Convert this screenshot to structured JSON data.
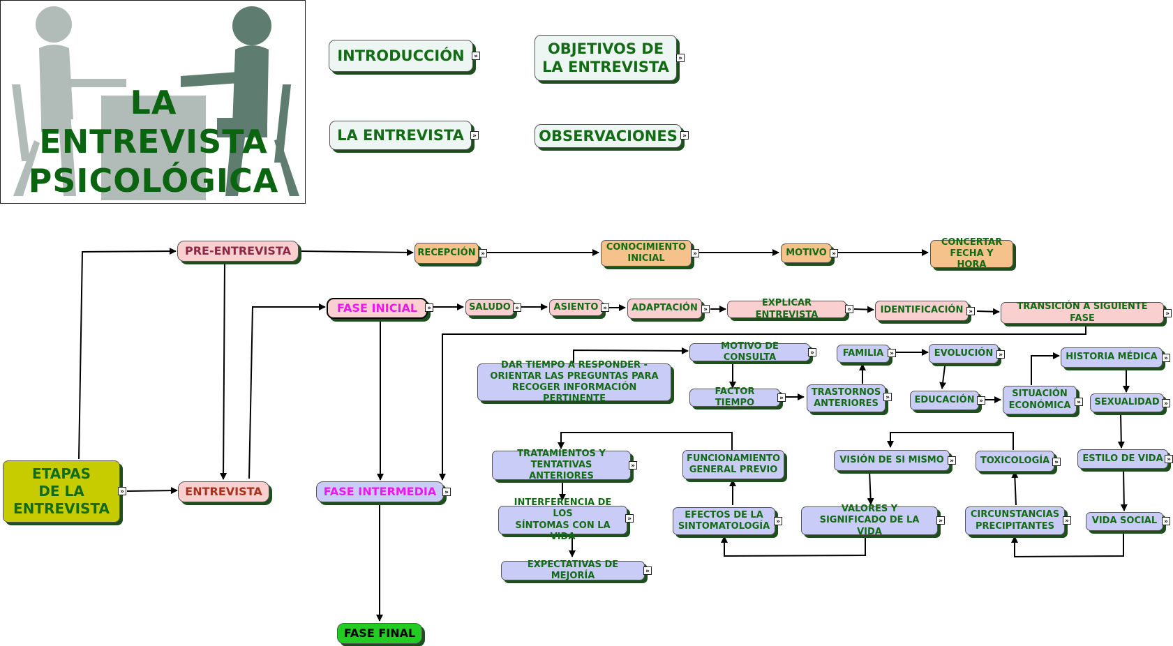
{
  "title": {
    "line1": "LA",
    "line2": "ENTREVISTA",
    "line3": "PSICOLÓGICA"
  },
  "header_links": {
    "intro": "INTRODUCCIÓN",
    "objetivos_1": "OBJETIVOS DE",
    "objetivos_2": "LA ENTREVISTA",
    "la_entrevista": "LA ENTREVISTA",
    "observaciones": "OBSERVACIONES"
  },
  "nodes": {
    "etapas": [
      "ETAPAS",
      "DE LA",
      "ENTREVISTA"
    ],
    "pre_entrevista": "PRE-ENTREVISTA",
    "entrevista": "ENTREVISTA",
    "recepcion": "RECEPCIÓN",
    "conocimiento": [
      "CONOCIMIENTO",
      "INICIAL"
    ],
    "motivo": "MOTIVO",
    "concertar": [
      "CONCERTAR",
      "FECHA Y HORA"
    ],
    "fase_inicial": "FASE INICIAL",
    "saludo": "SALUDO",
    "asiento": "ASIENTO",
    "adaptacion": "ADAPTACIÓN",
    "explicar": "EXPLICAR ENTREVISTA",
    "identificacion": "IDENTIFICACIÓN",
    "transicion": "TRANSICIÓN A SIGUIENTE FASE",
    "fase_intermedia": "FASE INTERMEDIA",
    "fase_final": "FASE FINAL",
    "dar_tiempo": [
      "DAR TIEMPO A RESPONDER -",
      "ORIENTAR LAS PREGUNTAS PARA",
      "RECOGER INFORMACIÓN PERTINENTE"
    ],
    "motivo_consulta": "MOTIVO DE CONSULTA",
    "factor_tiempo": "FACTOR TIEMPO",
    "trastornos": [
      "TRASTORNOS",
      "ANTERIORES"
    ],
    "familia": "FAMILIA",
    "evolucion": "EVOLUCIÓN",
    "educacion": "EDUCACIÓN",
    "situacion": [
      "SITUACIÓN",
      "ECONÓMICA"
    ],
    "historia": "HISTORIA MÉDICA",
    "sexualidad": "SEXUALIDAD",
    "estilo": "ESTILO DE VIDA",
    "vida_social": "VIDA SOCIAL",
    "tratamientos": [
      "TRATAMIENTOS Y",
      "TENTATIVAS ANTERIORES"
    ],
    "funcionamiento": [
      "FUNCIONAMIENTO",
      "GENERAL PREVIO"
    ],
    "vision": "VISIÓN DE SI MISMO",
    "toxicologia": "TOXICOLOGÍA",
    "interferencia": [
      "INTERFERENCIA DE LOS",
      "SÍNTOMAS CON LA VIDA"
    ],
    "efectos": [
      "EFECTOS DE LA",
      "SINTOMATOLOGÍA"
    ],
    "valores": [
      "VALORES Y",
      "SIGNIFICADO DE LA VIDA"
    ],
    "circunstancias": [
      "CIRCUNSTANCIAS",
      "PRECIPITANTES"
    ],
    "expectativas": "EXPECTATIVAS DE MEJORÍA"
  },
  "colors": {
    "text_green": "#136b16",
    "orange": "#f6c28b",
    "pink": "#f9cfcf",
    "blue": "#c9ccf7",
    "yellow_green": "#c7cc00",
    "bright_green": "#22cc22",
    "magenta": "#ee17ee",
    "maroon": "#8a2845"
  },
  "icons": {
    "expand": "double-chevron-right-icon"
  }
}
